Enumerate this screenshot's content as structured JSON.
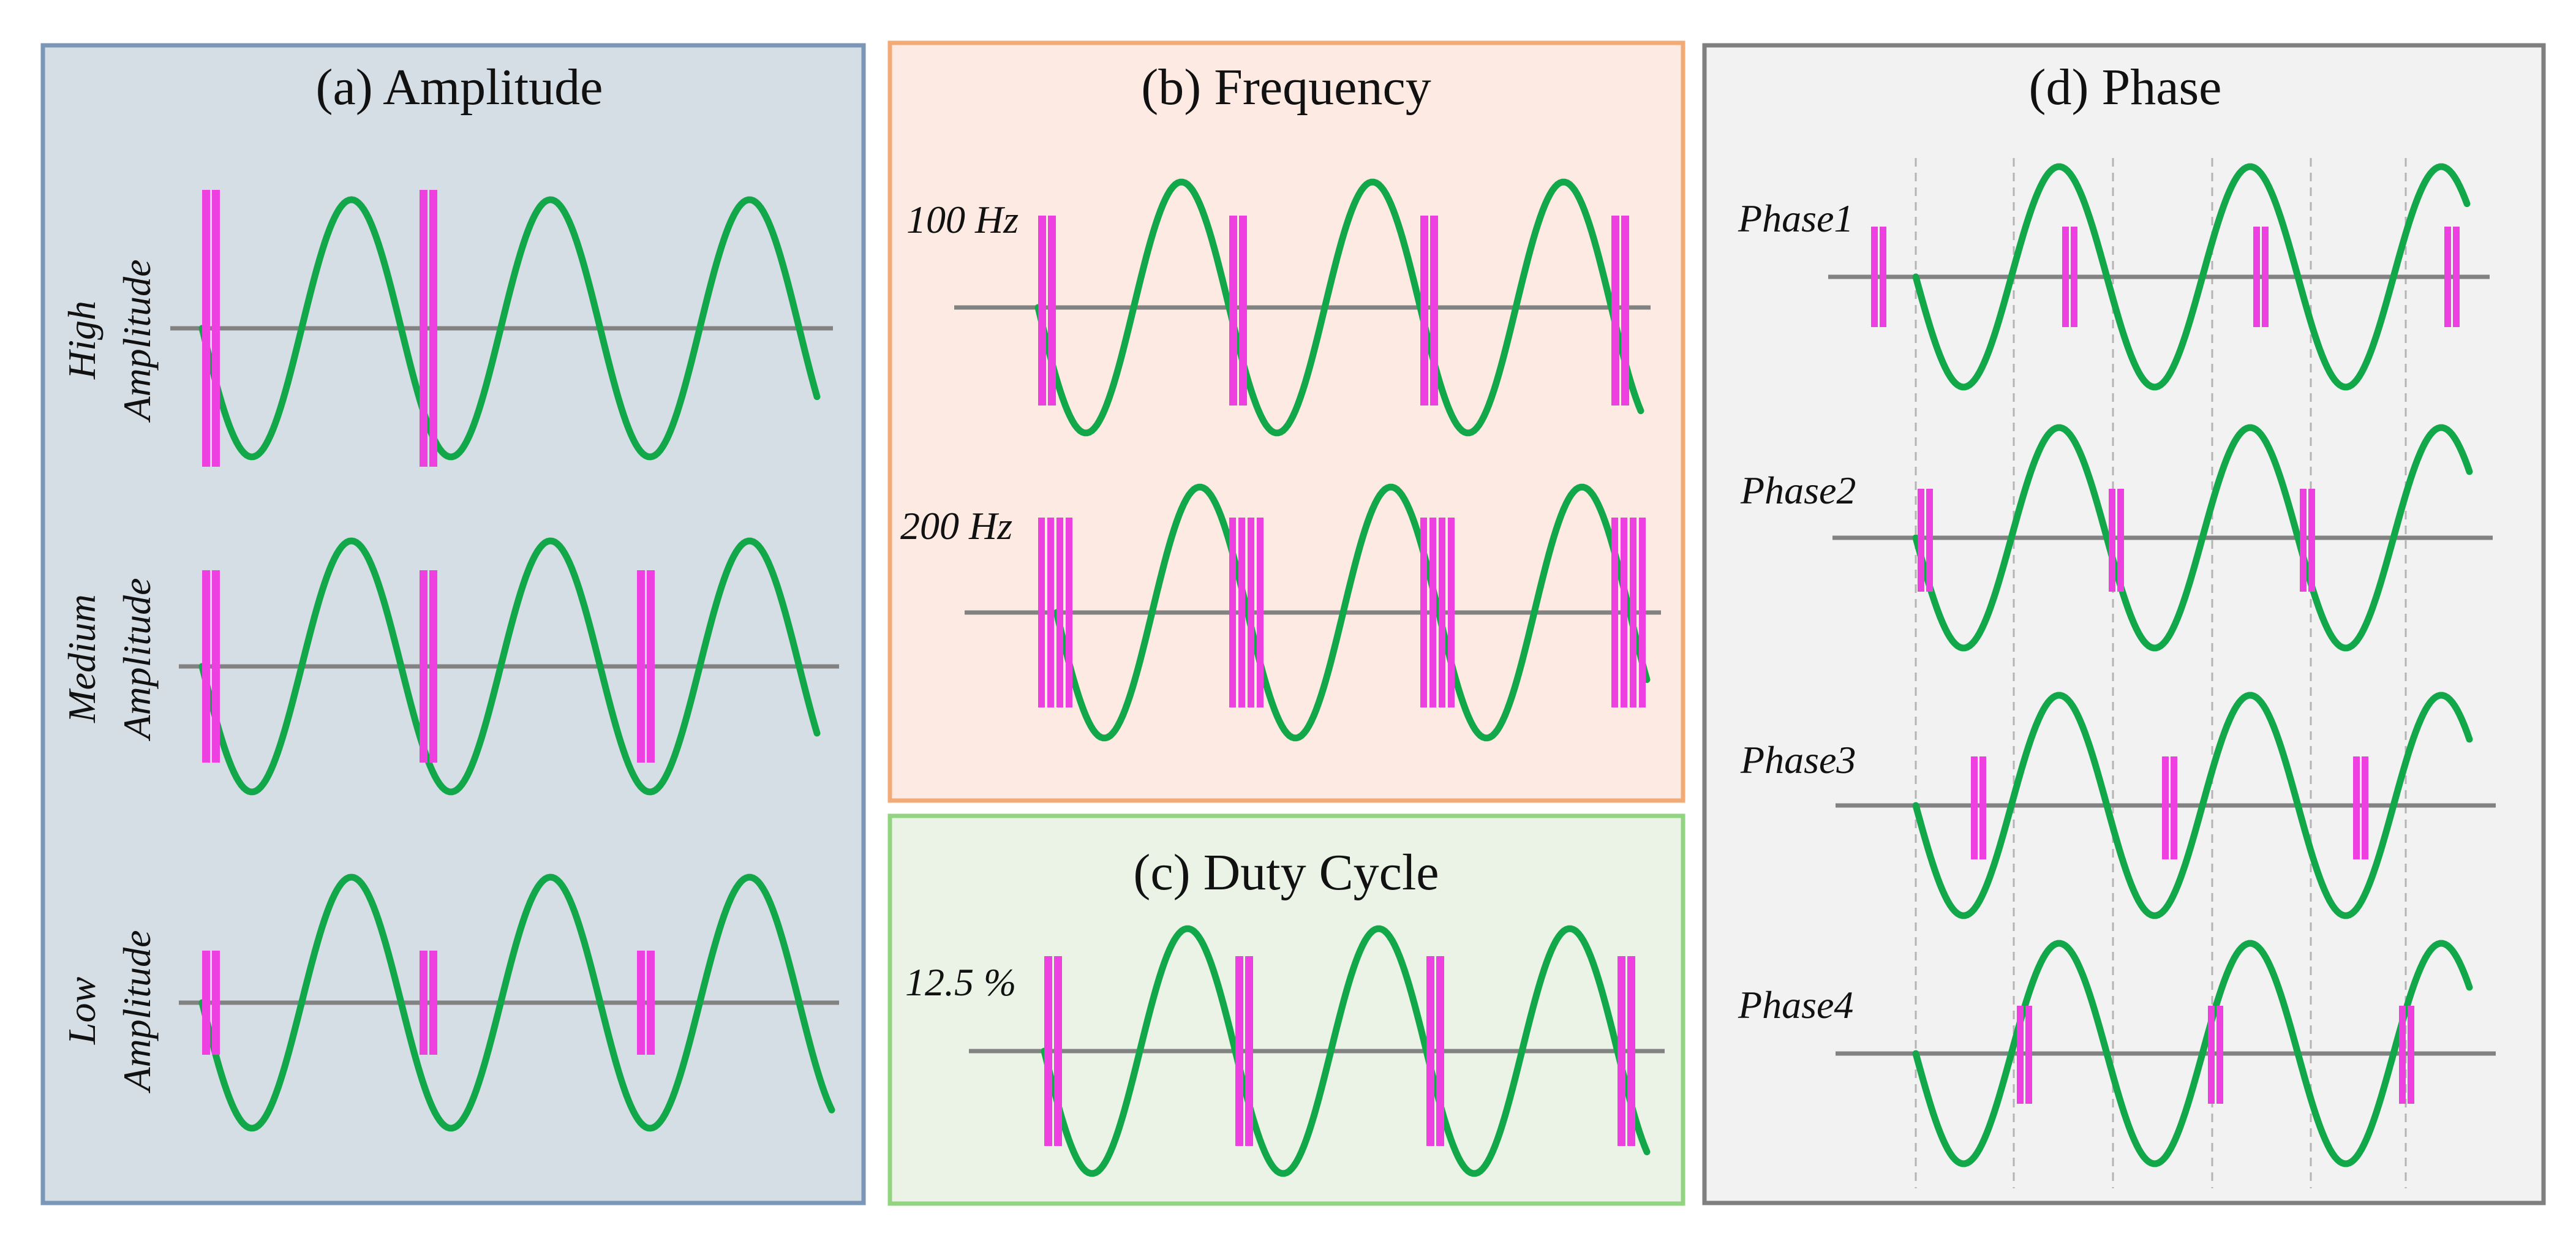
{
  "colors": {
    "wave": "#12a84a",
    "pulse": "#ee3fe0",
    "baseline": "#828282",
    "phase_guide": "#b4b4b4"
  },
  "panels": {
    "amplitude": {
      "title": "(a) Amplitude",
      "colors": {
        "fill": "#d6dee5",
        "border": "#7a97b8"
      },
      "rows": [
        {
          "label_line1": "High",
          "label_line2": "Amplitude",
          "amplitude_level": "high"
        },
        {
          "label_line1": "Medium",
          "label_line2": "Amplitude",
          "amplitude_level": "medium"
        },
        {
          "label_line1": "Low",
          "label_line2": "Amplitude",
          "amplitude_level": "low"
        }
      ]
    },
    "frequency": {
      "title": "(b) Frequency",
      "colors": {
        "fill": "#fdebe3",
        "border": "#f2aa76"
      },
      "rows": [
        {
          "label": "100 Hz",
          "pulses_per_burst": 2
        },
        {
          "label": "200 Hz",
          "pulses_per_burst": 4
        }
      ]
    },
    "duty_cycle": {
      "title": "(c) Duty Cycle",
      "colors": {
        "fill": "#eaf3e5",
        "border": "#93d483"
      },
      "rows": [
        {
          "label": "12.5 %"
        }
      ]
    },
    "phase": {
      "title": "(d) Phase",
      "colors": {
        "fill": "#f2f2f2",
        "border": "#7f7f7f"
      },
      "rows": [
        {
          "label": "Phase1"
        },
        {
          "label": "Phase2"
        },
        {
          "label": "Phase3"
        },
        {
          "label": "Phase4"
        }
      ]
    }
  }
}
